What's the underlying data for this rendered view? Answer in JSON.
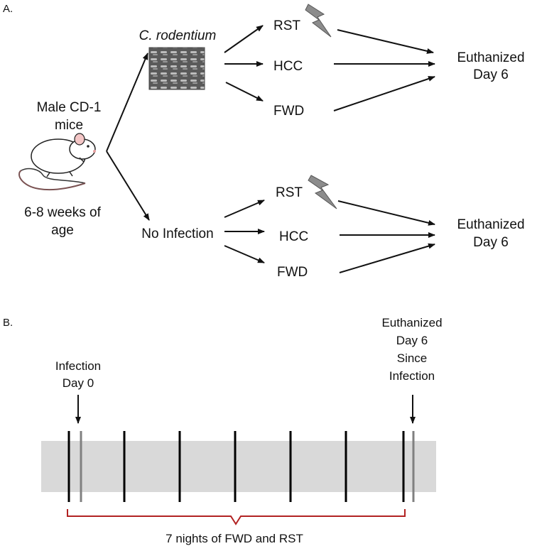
{
  "panel_a": {
    "label": "A.",
    "mouse": {
      "title_line1": "Male CD-1",
      "title_line2": "mice",
      "age_line1": "6-8 weeks of",
      "age_line2": "age"
    },
    "infected_branch": {
      "label": "C. rodentium",
      "groups": [
        "RST",
        "HCC",
        "FWD"
      ],
      "outcome_line1": "Euthanized",
      "outcome_line2": "Day 6"
    },
    "control_branch": {
      "label": "No Infection",
      "groups": [
        "RST",
        "HCC",
        "FWD"
      ],
      "outcome_line1": "Euthanized",
      "outcome_line2": "Day 6"
    },
    "stress_icon": "lightning-bolt-icon"
  },
  "panel_b": {
    "label": "B.",
    "infection_line1": "Infection",
    "infection_line2": "Day 0",
    "end_line1": "Euthanized",
    "end_line2": "Day 6",
    "end_line3": "Since",
    "end_line4": "Infection",
    "bracket_label": "7 nights of FWD and RST",
    "colors": {
      "band": "#d9d9d9",
      "bracket": "#b22222",
      "tick": "#000000",
      "tick_grey": "#808080"
    }
  }
}
